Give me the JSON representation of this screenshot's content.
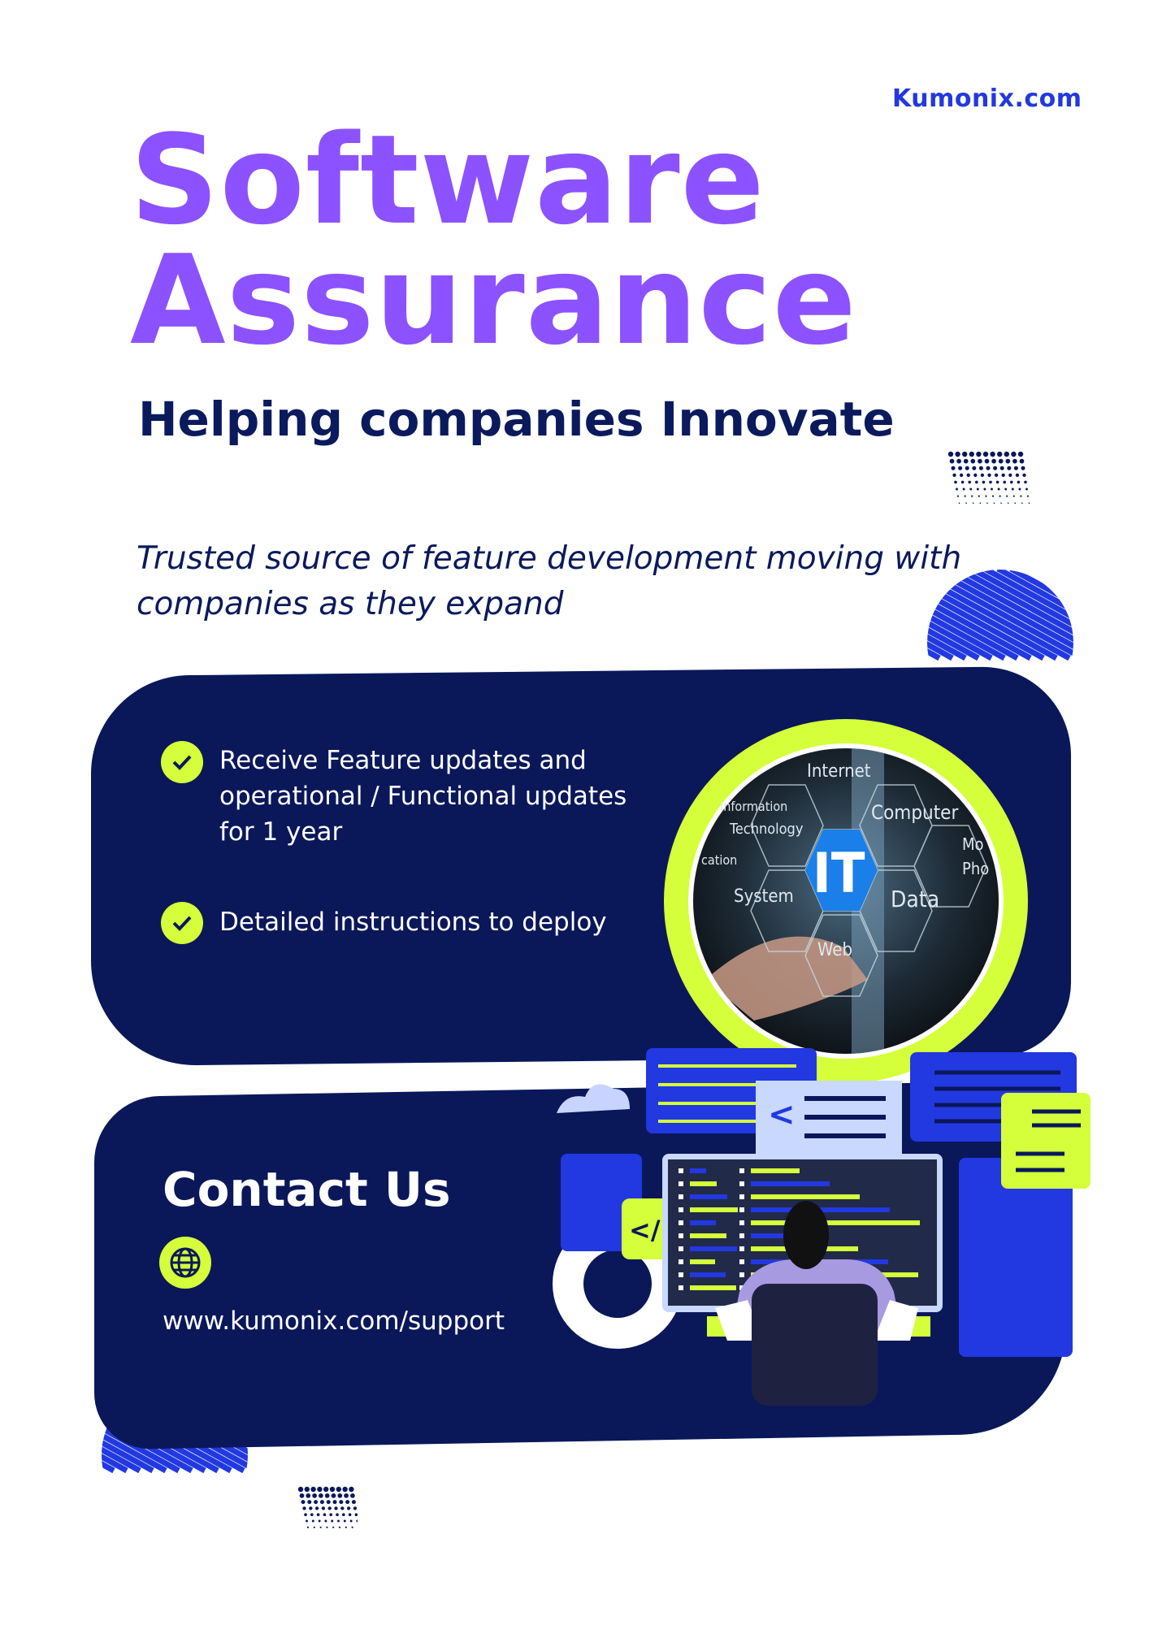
{
  "brand": {
    "website": "Kumonix.com"
  },
  "hero": {
    "title_line1": "Software",
    "title_line2": "Assurance",
    "subtitle": "Helping companies Innovate",
    "tagline": "Trusted source of feature development moving with companies as they expand"
  },
  "features": {
    "items": [
      {
        "icon": "check-icon",
        "text": "Receive Feature updates and operational / Functional updates for 1 year"
      },
      {
        "icon": "check-icon",
        "text": "Detailed instructions to deploy"
      }
    ],
    "image_words": [
      "Internet",
      "Information",
      "Technology",
      "Computer",
      "IT",
      "System",
      "Data",
      "Web",
      "cation",
      "Mo",
      "Pho"
    ]
  },
  "contact": {
    "heading": "Contact Us",
    "icon": "globe-icon",
    "url": "www.kumonix.com/support"
  },
  "colors": {
    "purple": "#8c52ff",
    "navy": "#0a185a",
    "lime": "#d4ff3a",
    "blue": "#2238e0"
  }
}
